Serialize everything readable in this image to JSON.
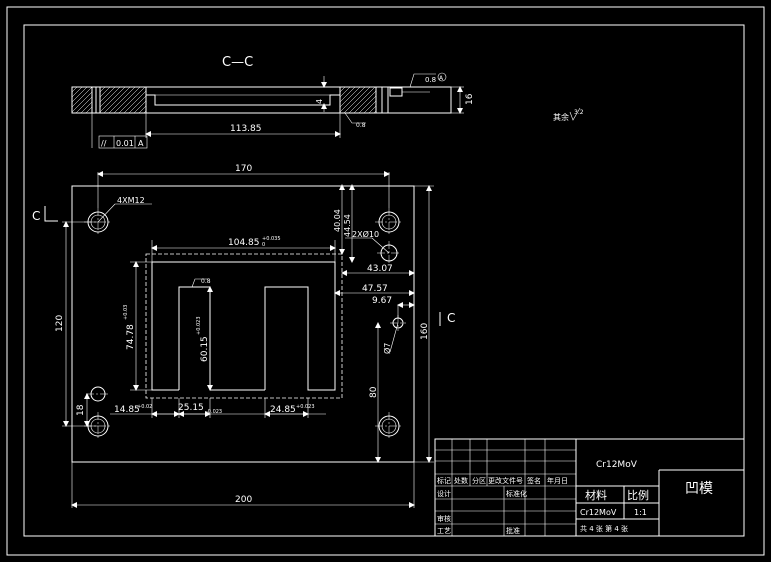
{
  "section": {
    "title": "C—C",
    "dims": {
      "length": "113.85",
      "height": "16",
      "depth": "4",
      "roughness_top": "0.8",
      "roughness_right": "0.8",
      "datum": "A",
      "tolerance_value": "0.01",
      "tolerance_datum": "A",
      "tolerance_symbol": "//"
    }
  },
  "remaining_finish": {
    "label": "其余",
    "value": "3.2"
  },
  "plan": {
    "section_mark_left": "C",
    "section_mark_right": "C",
    "dims": {
      "overall_width": "200",
      "hole_span": "170",
      "overall_height": "160",
      "left_span": "120",
      "bottom_offset": "18",
      "right_span": "80",
      "thread_callout": "4XM12",
      "pin_callout": "2XØ10",
      "small_hole": "Ø7",
      "cavity_width": "104.85",
      "cavity_width_tol": "+0.035",
      "cavity_width_tol2": "0",
      "top_40": "40.04",
      "top_44": "44.54",
      "right_43": "43.07",
      "right_47": "47.57",
      "right_9": "9.67",
      "cavity_height": "74.78",
      "cavity_height_tol": "+0.03",
      "slot_depth": "60.15",
      "slot_depth_tol": "+0.023",
      "bottom_14": "14.85",
      "bottom_14_tol": "+0.02",
      "bottom_25": "25.15",
      "bottom_25_tol": "-0.023",
      "bottom_24": "24.85",
      "bottom_24_tol": "+0.023",
      "inner_roughness": "0.8"
    }
  },
  "title_block": {
    "material_value": "Cr12MoV",
    "drawing_name": "凹模",
    "material_label": "材料",
    "scale_label": "比例",
    "material_value_2": "Cr12MoV",
    "scale_value": "1:1",
    "sheet_info": "共 4 张  第 4 张",
    "row_headers": [
      "标记",
      "处数",
      "分区",
      "更改文件号",
      "签名",
      "年月日"
    ],
    "design": "设计",
    "standardize": "标准化",
    "review": "审核",
    "process": "工艺",
    "approve": "批准"
  }
}
